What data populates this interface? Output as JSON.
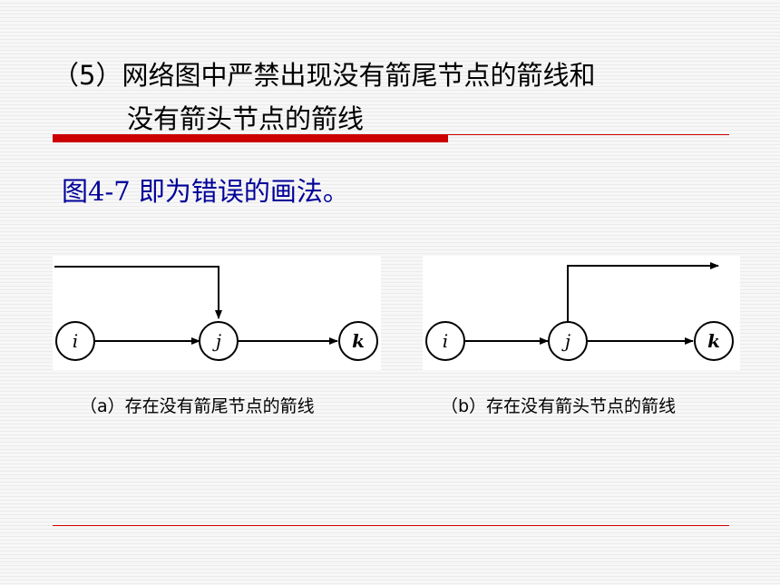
{
  "title": {
    "line1": "（5）网络图中严禁出现没有箭尾节点的箭线和",
    "line2": "没有箭头节点的箭线"
  },
  "subtitle": "图4-7 即为错误的画法。",
  "diagrams": [
    {
      "caption": "（a）存在没有箭尾节点的箭线",
      "nodes": [
        {
          "label": "i"
        },
        {
          "label": "j"
        },
        {
          "label": "k"
        }
      ]
    },
    {
      "caption": "（b）存在没有箭头节点的箭线",
      "nodes": [
        {
          "label": "i"
        },
        {
          "label": "j"
        },
        {
          "label": "k"
        }
      ]
    }
  ],
  "colors": {
    "accent": "#cc0000",
    "subtitle": "#000099",
    "text": "#000000"
  }
}
